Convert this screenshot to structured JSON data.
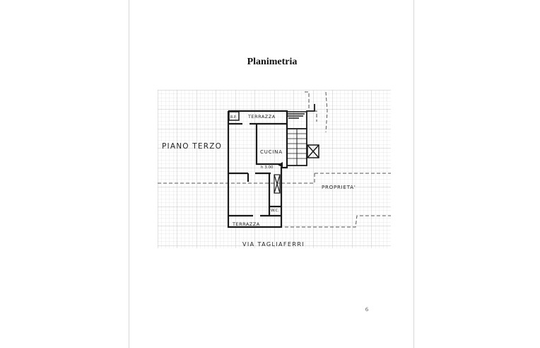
{
  "document": {
    "title": "Planimetria",
    "page_number": "6"
  },
  "floor_plan": {
    "floor_label": "PIANO TERZO",
    "street_label": "VIA TAGLIAFERRI",
    "rooms": {
      "terrace_top": "TERRAZZA",
      "kitchen": "CUCINA",
      "terrace_bottom": "TERRAZZA",
      "wc": "W.C.",
      "closet": "R.P."
    },
    "height_mark": "h 3.00",
    "property_label": "PROPRIETA'"
  },
  "colors": {
    "grid": "#c8c8c8",
    "wall": "#1a1a1a",
    "ink": "#222222"
  }
}
